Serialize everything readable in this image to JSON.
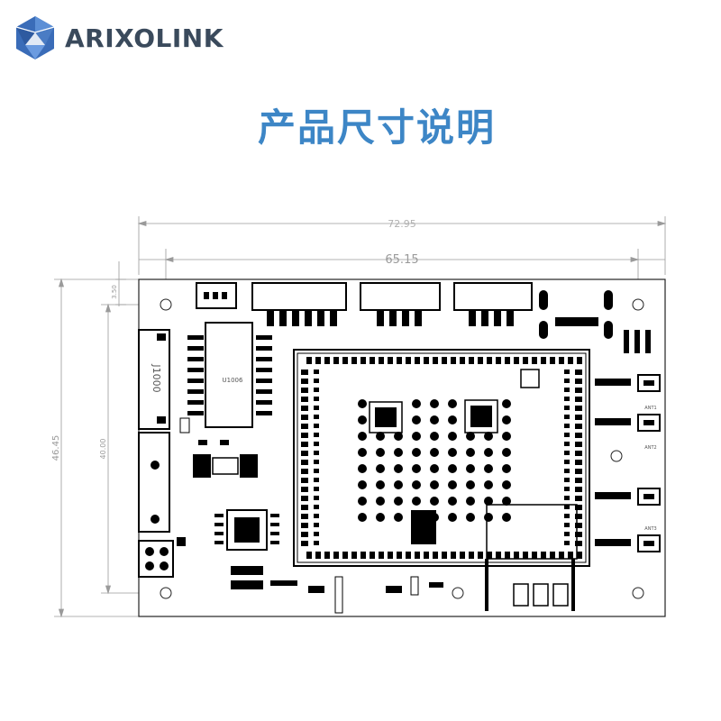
{
  "brand": {
    "name": "ARIXOLINK",
    "logo_icon": "arixolink-polyhedron-logo",
    "text_color": "#3a4a5c",
    "logo_color": "#3a6cb8"
  },
  "title": "产品尺寸说明",
  "title_color": "#3d86c6",
  "dimensions": {
    "total_width": "72.95",
    "hole_spacing_width": "65.15",
    "total_height": "46.45",
    "hole_spacing_height": "40.00",
    "hole_offset": "3.50"
  },
  "silkscreen": {
    "j1000": "J1000",
    "u1006": "U1006",
    "ant1": "ANT1",
    "ant2": "ANT2",
    "ant3": "ANT3"
  },
  "colors": {
    "dimension_line": "#9a9a9a",
    "board_outline": "#222222",
    "component": "#000000"
  }
}
